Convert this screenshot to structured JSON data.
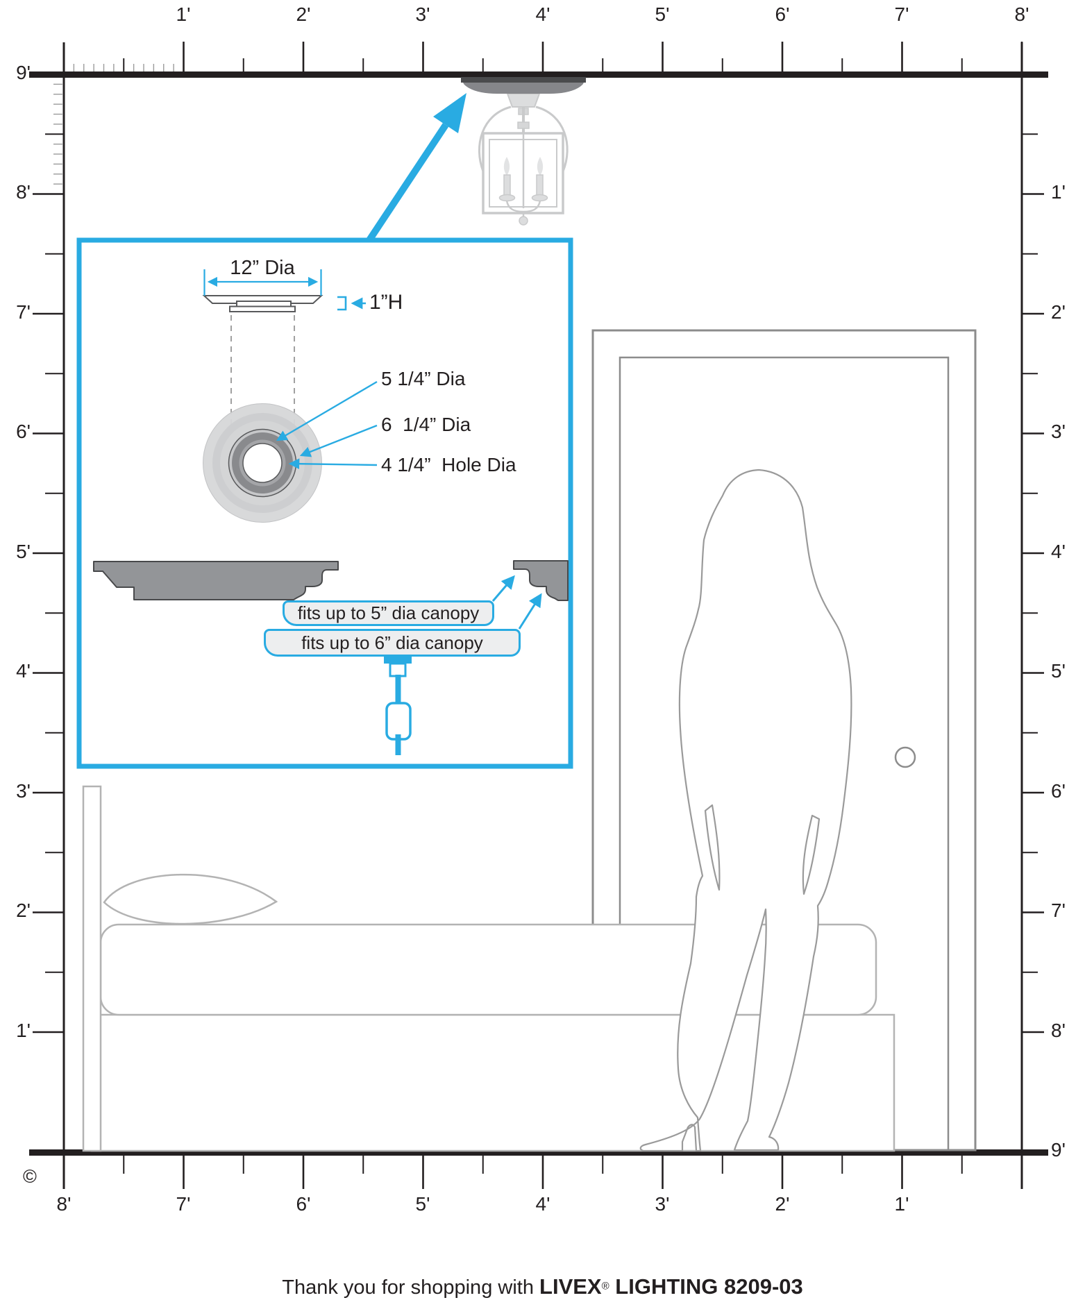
{
  "accent_blue": "#29ABE2",
  "rulers": {
    "top": [
      "1'",
      "2'",
      "3'",
      "4'",
      "5'",
      "6'",
      "7'",
      "8'"
    ],
    "left": [
      "9'",
      "8'",
      "7'",
      "6'",
      "5'",
      "4'",
      "3'",
      "2'",
      "1'"
    ],
    "right": [
      "1'",
      "2'",
      "3'",
      "4'",
      "5'",
      "6'",
      "7'",
      "8'",
      "9'"
    ],
    "bottom": [
      "8'",
      "7'",
      "6'",
      "5'",
      "4'",
      "3'",
      "2'",
      "1'"
    ]
  },
  "inset": {
    "dim_top_dia": "12” Dia",
    "dim_height": "1”H",
    "dim_ring_small": "5 1/4” Dia",
    "dim_ring_large": "6  1/4” Dia",
    "dim_hole": "4 1/4”  Hole Dia",
    "canopy_note_small": "fits up to  5” dia canopy",
    "canopy_note_large": "fits up to  6” dia canopy"
  },
  "footer": {
    "prefix": "Thank you for shopping with ",
    "brand": "LIVEX",
    "registered": "®",
    "suffix": " LIGHTING 8209-03"
  },
  "copyright_symbol": "©"
}
